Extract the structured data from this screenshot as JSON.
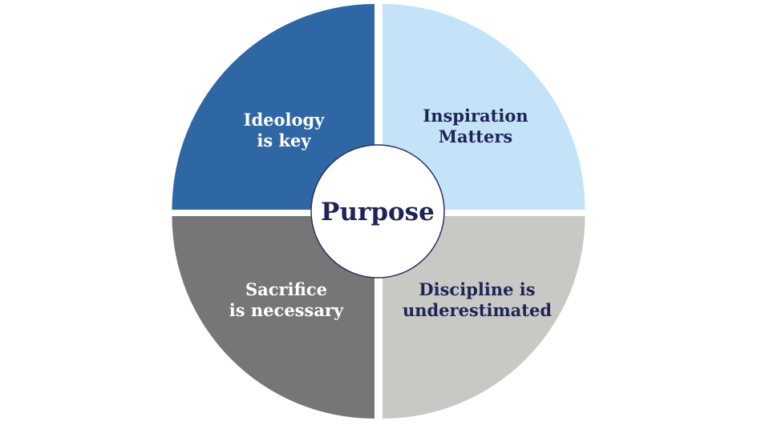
{
  "center": {
    "label": "Purpose",
    "fill": "#ffffff",
    "text_color": "#1f2456",
    "stroke": "#2c3366"
  },
  "quadrants": [
    {
      "id": "top-left",
      "line1": "Ideology",
      "line2": "is key",
      "fill": "#2e67a3",
      "text_color": "#ffffff"
    },
    {
      "id": "top-right",
      "line1": "Inspiration",
      "line2": "Matters",
      "fill": "#c4e3f8",
      "text_color": "#1f2456"
    },
    {
      "id": "bottom-left",
      "line1": "Sacrifice",
      "line2": "is necessary",
      "fill": "#767676",
      "text_color": "#ffffff"
    },
    {
      "id": "bottom-right",
      "line1": "Discipline is",
      "line2": "underestimated",
      "fill": "#c8c8c4",
      "text_color": "#1f2456"
    }
  ]
}
